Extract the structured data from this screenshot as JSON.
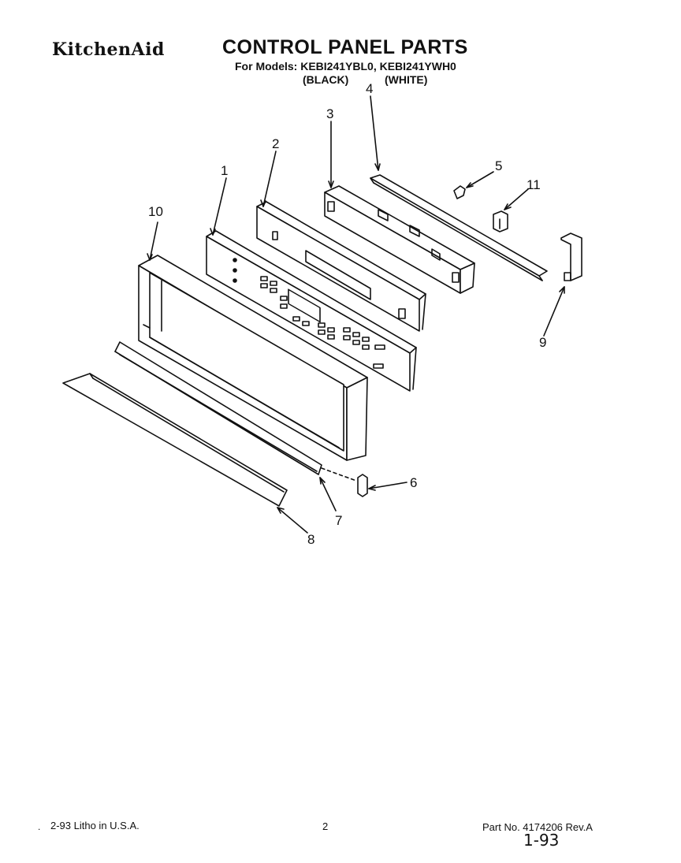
{
  "header": {
    "brand": "KitchenAid",
    "title": "CONTROL PANEL PARTS",
    "models": "For Models: KEBI241YBL0, KEBI241YWH0",
    "variant_black": "(BLACK)",
    "variant_white": "(WHITE)"
  },
  "callouts": [
    "1",
    "2",
    "3",
    "4",
    "5",
    "6",
    "7",
    "8",
    "9",
    "10",
    "11"
  ],
  "footer": {
    "left": "2-93  Litho in U.S.A.",
    "page": "2",
    "part": "Part No. 4174206  Rev.A",
    "handwritten": "1-93"
  }
}
